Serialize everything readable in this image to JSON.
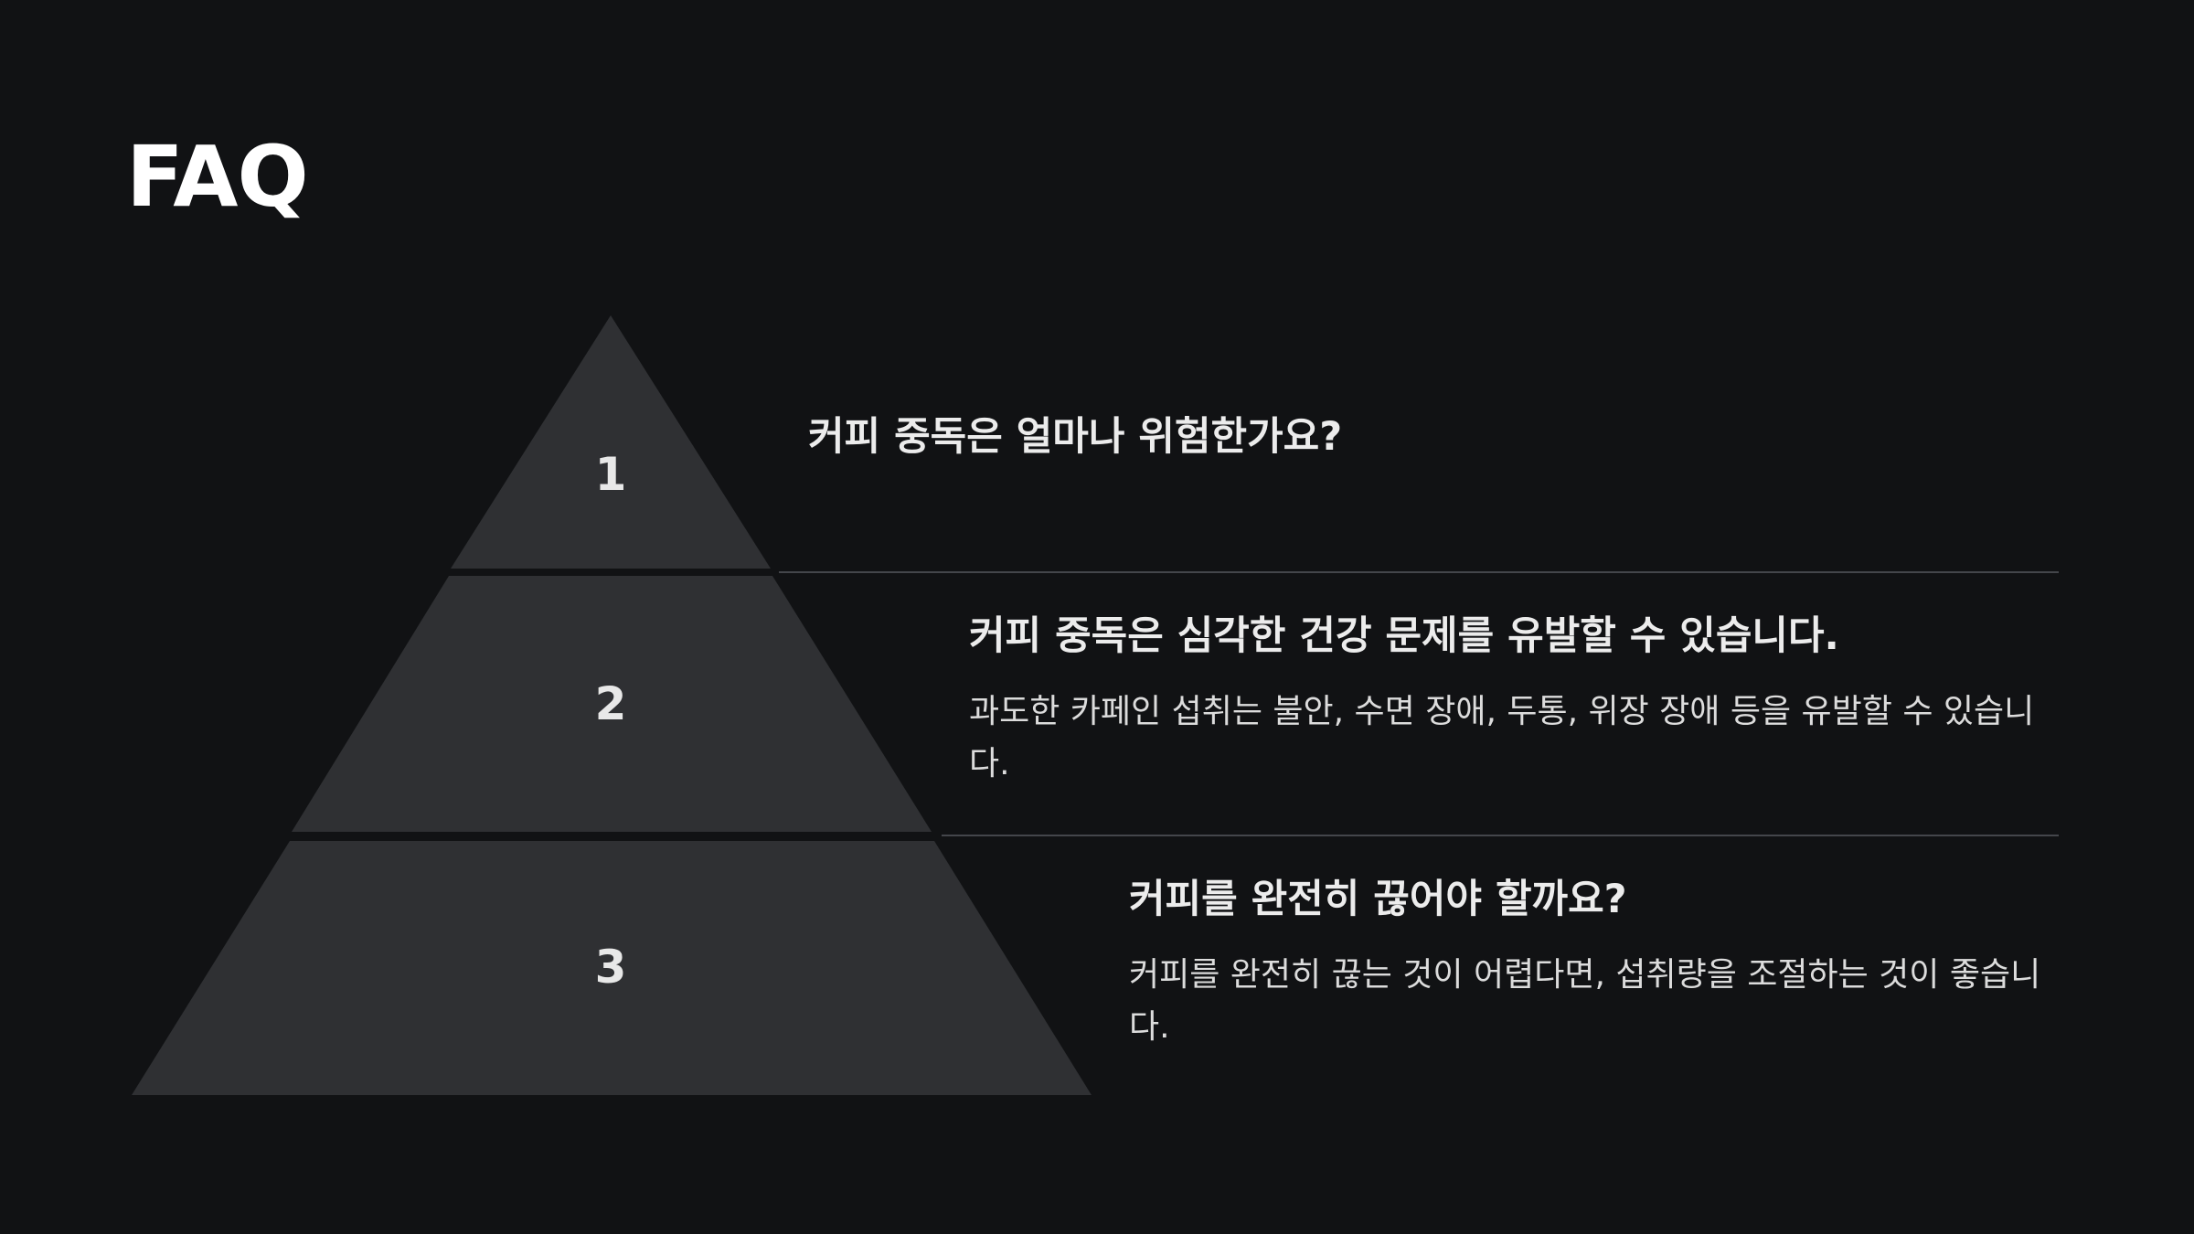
{
  "title": "FAQ",
  "tiers": [
    {
      "number": "1",
      "question": "커피 중독은 얼마나 위험한가요?",
      "answer": ""
    },
    {
      "number": "2",
      "question": "커피 중독은 심각한 건강 문제를 유발할 수 있습니다.",
      "answer": "과도한 카페인 섭취는 불안, 수면 장애, 두통, 위장 장애 등을 유발할 수 있습니다."
    },
    {
      "number": "3",
      "question": "커피를 완전히 끊어야 할까요?",
      "answer": "커피를 완전히 끊는 것이 어렵다면, 섭취량을 조절하는 것이 좋습니다."
    }
  ],
  "colors": {
    "background": "#111214",
    "tier_fill": "#2f3033",
    "divider": "#44464b",
    "text": "#e6e6e6"
  }
}
